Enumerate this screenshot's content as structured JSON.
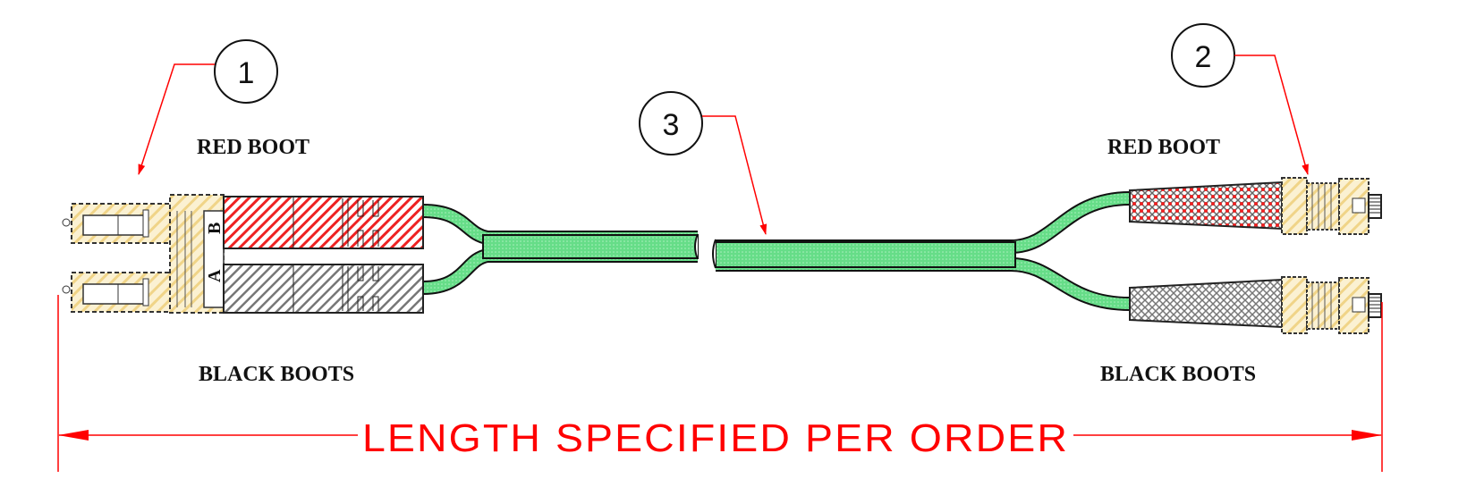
{
  "callouts": [
    {
      "number": "1",
      "label_top": "RED BOOT",
      "label_bottom": "BLACK BOOTS"
    },
    {
      "number": "2",
      "label_top": "RED BOOT",
      "label_bottom": "BLACK BOOTS"
    },
    {
      "number": "3"
    }
  ],
  "connector_labels": {
    "top": "B",
    "bottom": "A"
  },
  "dimension": {
    "text": "LENGTH SPECIFIED PER ORDER"
  },
  "colors": {
    "leader": "#ff0000",
    "cable": "#66dd88",
    "red_boot": "#ee2222",
    "black_boot": "#777777",
    "connector_body": "#f5e2a8",
    "outline": "#111111"
  }
}
